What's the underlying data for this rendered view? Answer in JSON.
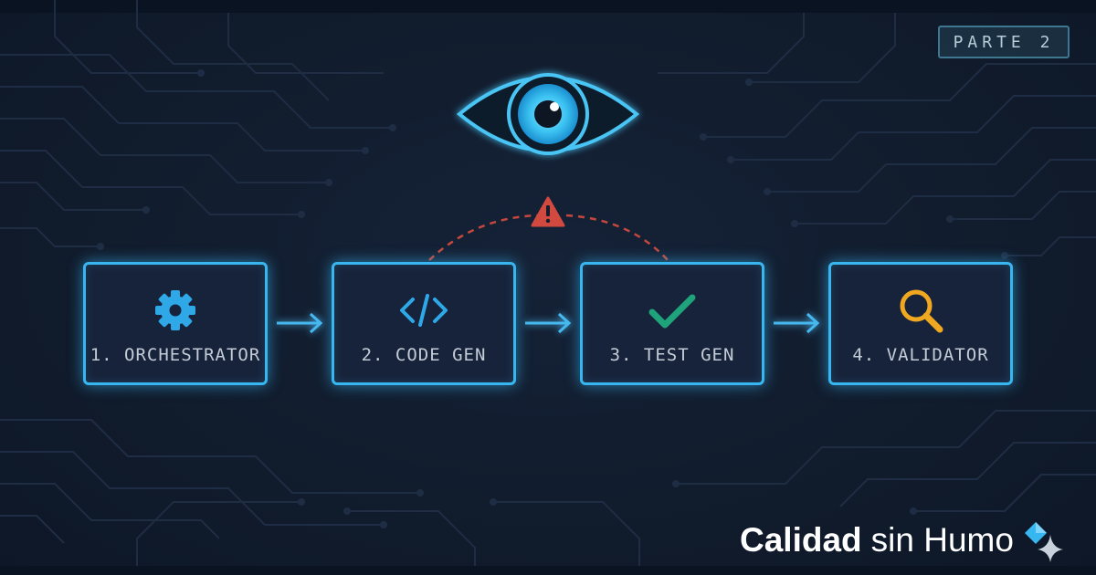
{
  "badge": {
    "text": "PARTE 2"
  },
  "pipeline": {
    "steps": [
      {
        "label": "1. ORCHESTRATOR",
        "icon": "gear-icon",
        "color": "#2fa8e8"
      },
      {
        "label": "2. CODE GEN",
        "icon": "code-icon",
        "color": "#2fa8e8"
      },
      {
        "label": "3. TEST GEN",
        "icon": "checkmark-icon",
        "color": "#1fa37a"
      },
      {
        "label": "4. VALIDATOR",
        "icon": "magnifier-icon",
        "color": "#f0a820"
      }
    ],
    "watcher_icon": "eye-icon",
    "warning_icon": "warning-icon",
    "accent_color": "#38b6f0",
    "warning_color": "#d24a3f"
  },
  "brand": {
    "bold": "Calidad",
    "regular": "sin Humo",
    "logo_icon": "sparkle-diamond-icon"
  }
}
